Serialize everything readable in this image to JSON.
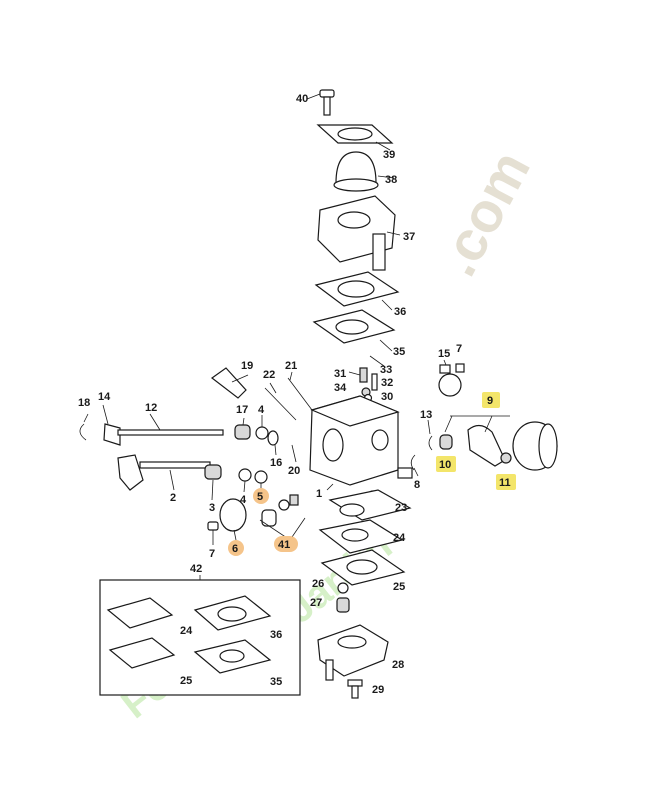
{
  "watermark": {
    "text_main": ".com",
    "text_lower": "Jardin",
    "text_lower_prefix": "Forest"
  },
  "callouts": {
    "n1": "1",
    "n2": "2",
    "n3": "3",
    "n4": "4",
    "n4b": "4",
    "n5": "5",
    "n6": "6",
    "n7": "7",
    "n7b": "7",
    "n8": "8",
    "n9": "9",
    "n10": "10",
    "n11": "11",
    "n12": "12",
    "n13": "13",
    "n14": "14",
    "n15": "15",
    "n16": "16",
    "n17": "17",
    "n18": "18",
    "n19": "19",
    "n20": "20",
    "n21": "21",
    "n22": "22",
    "n23": "23",
    "n24": "24",
    "n24b": "24",
    "n25": "25",
    "n25b": "25",
    "n26": "26",
    "n27": "27",
    "n28": "28",
    "n29": "29",
    "n30": "30",
    "n31": "31",
    "n32": "32",
    "n33": "33",
    "n34": "34",
    "n35": "35",
    "n35b": "35",
    "n36": "36",
    "n36b": "36",
    "n37": "37",
    "n38": "38",
    "n39": "39",
    "n40": "40",
    "n41": "41",
    "n42": "42"
  },
  "highlight_colors": {
    "yellow": "#f3e56a",
    "orange": "#f5c48a",
    "line": "#1a1a1a"
  }
}
